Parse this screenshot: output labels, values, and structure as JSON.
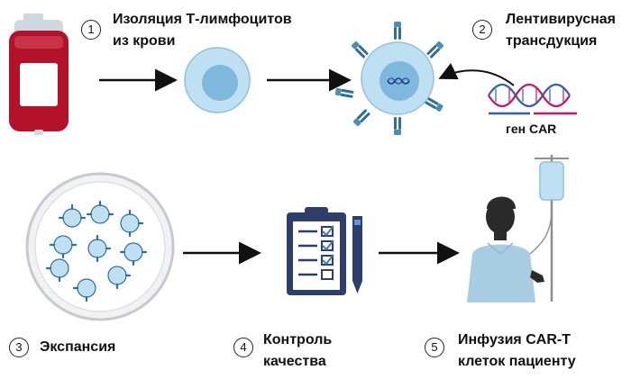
{
  "steps": [
    {
      "number": "1",
      "line1": "Изоляция Т-лимфоцитов",
      "line2": "из крови"
    },
    {
      "number": "2",
      "line1": "Лентивирусная",
      "line2": "трансдукция"
    },
    {
      "number": "3",
      "line1": "Экспансия"
    },
    {
      "number": "4",
      "line1": "Контроль",
      "line2": "качества"
    },
    {
      "number": "5",
      "line1": "Инфузия CAR-T",
      "line2": "клеток пациенту"
    }
  ],
  "gene_label": "ген CAR",
  "colors": {
    "blood": "#b3122a",
    "cell_fill": "#bfe0f3",
    "cell_nucleus": "#7fb8dd",
    "receptor": "#2f6f93",
    "dna_blue": "#2f5fb3",
    "dna_pink": "#c2186b",
    "clipboard": "#2d3e6b",
    "patient_gown": "#a8cde3",
    "patient_skin": "#2a2a2a"
  },
  "icons": [
    "blood-bag-icon",
    "t-cell-icon",
    "car-t-cell-icon",
    "dna-icon",
    "petri-dish-icon",
    "clipboard-icon",
    "pen-icon",
    "patient-icon",
    "iv-drip-icon"
  ]
}
